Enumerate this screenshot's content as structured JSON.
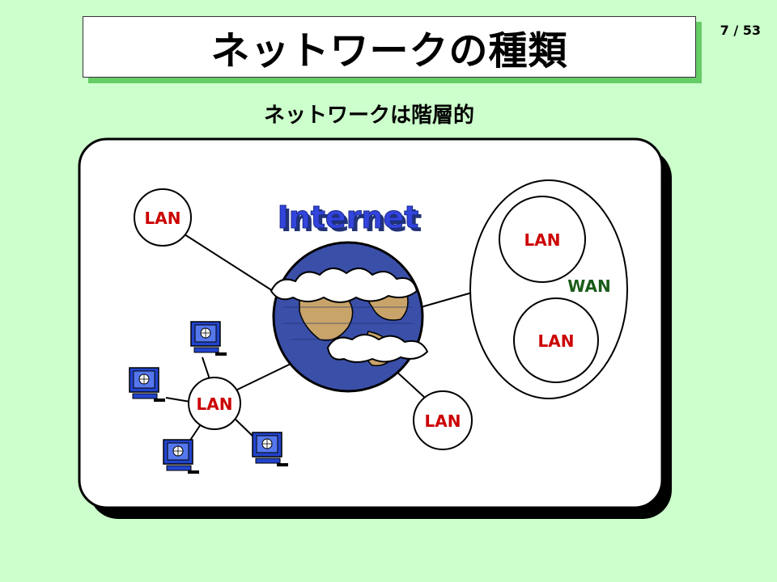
{
  "slide": {
    "title": "ネットワークの種類",
    "page_number": "7 / 53",
    "subtitle": "ネットワークは階層的"
  },
  "diagram": {
    "internet_label": "Internet",
    "wan_label": "WAN",
    "lan_label": "LAN"
  },
  "colors": {
    "background": "#ccffcc",
    "title_shadow": "#66cc66",
    "lan_text": "#cc0000",
    "wan_text": "#1a5c1a",
    "internet_text": "#2233cc",
    "computer_blue": "#2244cc"
  },
  "icons": [
    "globe-icon",
    "computer-icon"
  ]
}
